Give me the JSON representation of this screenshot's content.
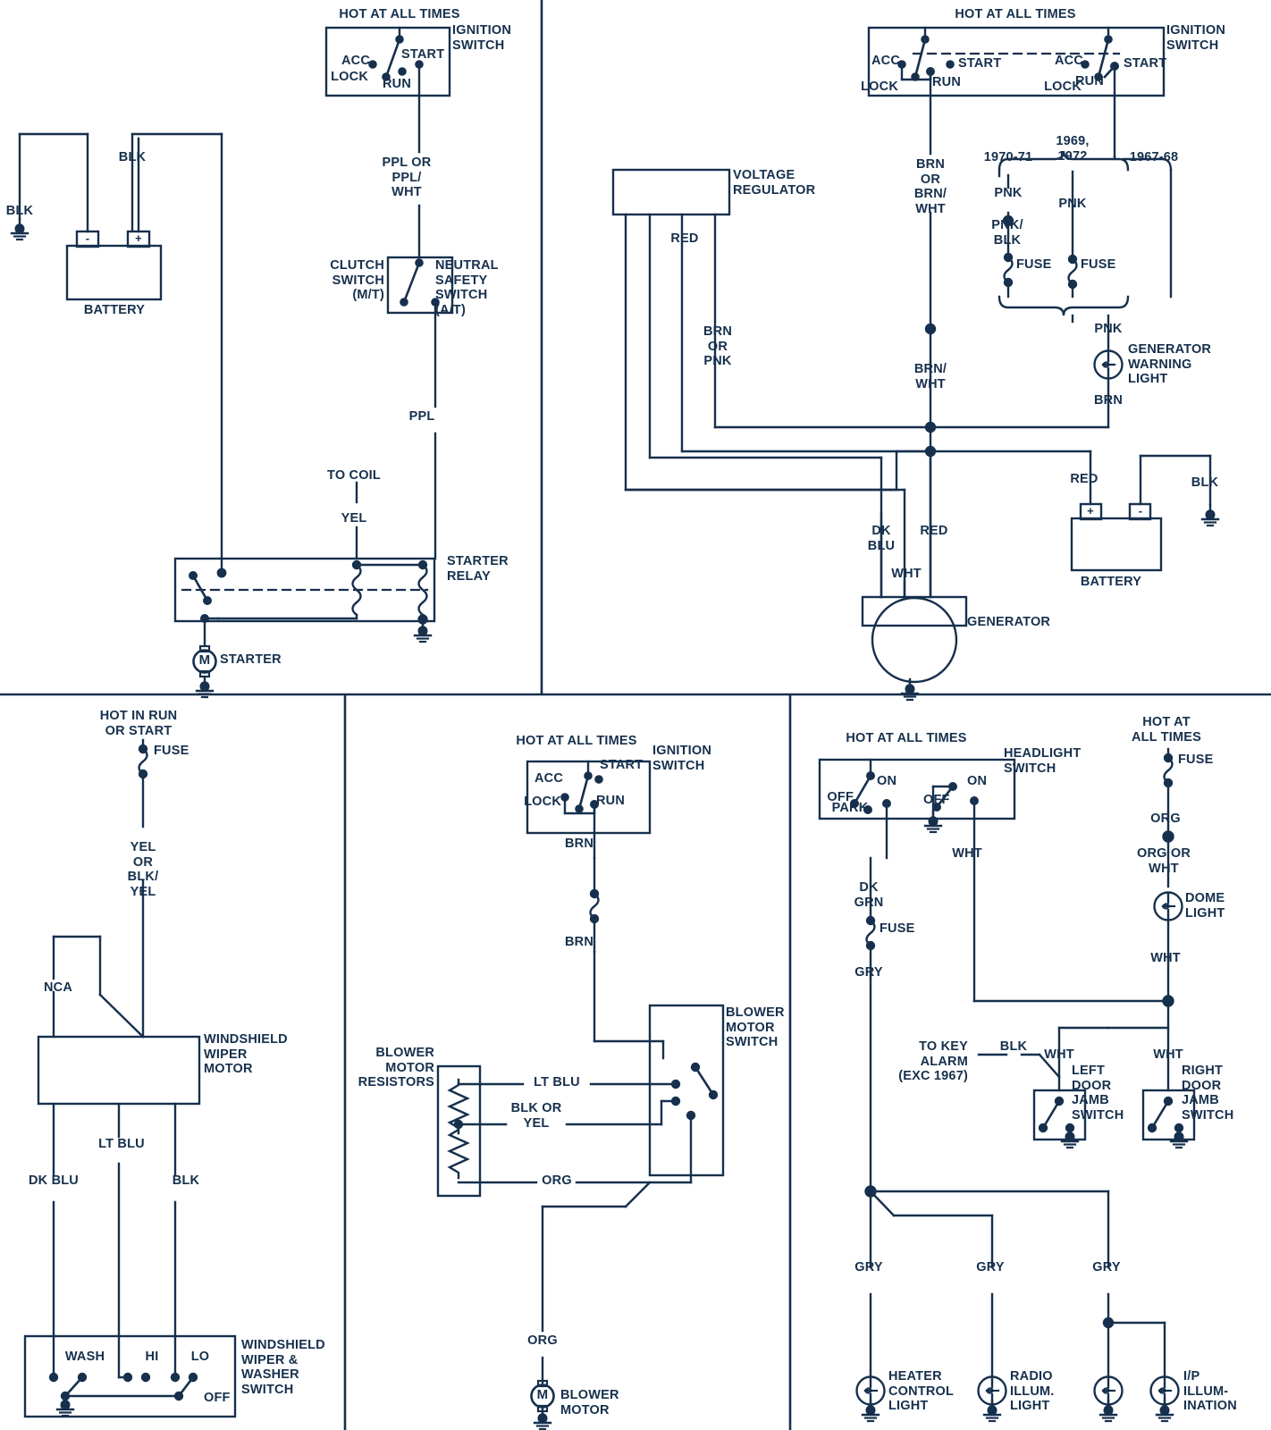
{
  "diagram": {
    "title": "Automotive wiring diagrams",
    "ink_color": "#16304d",
    "background": "#ffffff"
  },
  "panels": [
    {
      "id": "starting-system",
      "name": "Starting system (battery / ignition switch / starter relay)",
      "labels": {
        "hot_all_times": "HOT AT ALL TIMES",
        "ignition_switch": "IGNITION\nSWITCH",
        "acc": "ACC",
        "lock": "LOCK",
        "run": "RUN",
        "start": "START",
        "blk_left": "BLK",
        "blk_right": "BLK",
        "battery": "BATTERY",
        "battery_neg": "-",
        "battery_pos": "+",
        "ppl_or_ppl_wht": "PPL OR\nPPL/\nWHT",
        "clutch_switch": "CLUTCH\nSWITCH\n(M/T)",
        "neutral_safety_switch": "NEUTRAL\nSAFETY\nSWITCH\n(A/T)",
        "ppl": "PPL",
        "to_coil": "TO COIL",
        "yel": "YEL",
        "starter_relay": "STARTER\nRELAY",
        "starter": "STARTER",
        "motor_glyph": "M"
      }
    },
    {
      "id": "charging-system",
      "name": "Charging system (generator / voltage regulator / warning light)",
      "labels": {
        "hot_all_times": "HOT AT ALL TIMES",
        "ignition_switch": "IGNITION\nSWITCH",
        "acc_1": "ACC",
        "lock_1": "LOCK",
        "run_1": "RUN",
        "start_1": "START",
        "acc_2": "ACC",
        "lock_2": "LOCK",
        "run_2": "RUN",
        "start_2": "START",
        "voltage_regulator": "VOLTAGE\nREGULATOR",
        "red": "RED",
        "brn_or_pnk": "BRN\nOR\nPNK",
        "brn_or_brn_wht": "BRN\nOR\nBRN/\nWHT",
        "brn_wht": "BRN/\nWHT",
        "year_1970_71": "1970-71",
        "year_1969_1972": "1969,\n1972",
        "year_1967_68": "1967-68",
        "pnk_a": "PNK",
        "pnk_blk": "PNK/\nBLK",
        "pnk_b": "PNK",
        "fuse_a": "FUSE",
        "fuse_b": "FUSE",
        "pnk_c": "PNK",
        "generator_warning_light": "GENERATOR\nWARNING\nLIGHT",
        "brn": "BRN",
        "dk_blu": "DK\nBLU",
        "red_gen": "RED",
        "wht": "WHT",
        "generator": "GENERATOR",
        "red_batt": "RED",
        "blk_gnd": "BLK",
        "battery": "BATTERY",
        "battery_pos": "+",
        "battery_neg": "-"
      }
    },
    {
      "id": "wiper-washer",
      "name": "Windshield wiper and washer system",
      "labels": {
        "hot_in_run_or_start": "HOT IN RUN\nOR START",
        "fuse": "FUSE",
        "yel_or_blk_yel": "YEL\nOR\nBLK/\nYEL",
        "nca": "NCA",
        "wiper_motor": "WINDSHIELD\nWIPER\nMOTOR",
        "dk_blu": "DK BLU",
        "lt_blu": "LT BLU",
        "blk": "BLK",
        "wash": "WASH",
        "hi": "HI",
        "lo": "LO",
        "off": "OFF",
        "wiper_washer_switch": "WINDSHIELD\nWIPER &\nWASHER\nSWITCH"
      }
    },
    {
      "id": "blower-motor",
      "name": "Heater blower motor system",
      "labels": {
        "hot_all_times": "HOT AT ALL TIMES",
        "ignition_switch": "IGNITION\nSWITCH",
        "acc": "ACC",
        "lock": "LOCK",
        "run": "RUN",
        "start": "START",
        "brn_top": "BRN",
        "brn_bottom": "BRN",
        "blower_motor_switch": "BLOWER\nMOTOR\nSWITCH",
        "blower_motor_resistors": "BLOWER\nMOTOR\nRESISTORS",
        "lt_blu": "LT BLU",
        "blk_or_yel": "BLK OR\nYEL",
        "org": "ORG",
        "org_bottom": "ORG",
        "blower_motor": "BLOWER\nMOTOR",
        "motor_glyph": "M"
      }
    },
    {
      "id": "courtesy-lamps",
      "name": "Dome / courtesy and instrument panel illumination",
      "labels": {
        "hot_all_times_left": "HOT AT ALL TIMES",
        "headlight_switch": "HEADLIGHT\nSWITCH",
        "off_1": "OFF",
        "park": "PARK",
        "on_1": "ON",
        "off_2": "OFF",
        "on_2": "ON",
        "hot_all_times_right": "HOT AT\nALL TIMES",
        "fuse_right": "FUSE",
        "org": "ORG",
        "org_or_wht": "ORG OR\nWHT",
        "dome_light": "DOME\nLIGHT",
        "wht_dome": "WHT",
        "dk_grn": "DK\nGRN",
        "fuse_left": "FUSE",
        "gry_top": "GRY",
        "wht_mid": "WHT",
        "to_key_alarm": "TO KEY\nALARM\n(EXC 1967)",
        "blk": "BLK",
        "wht_left_door": "WHT",
        "wht_right_door": "WHT",
        "left_door_jamb_switch": "LEFT\nDOOR\nJAMB\nSWITCH",
        "right_door_jamb_switch": "RIGHT\nDOOR\nJAMB\nSWITCH",
        "gry_1": "GRY",
        "gry_2": "GRY",
        "gry_3": "GRY",
        "heater_control_light": "HEATER\nCONTROL\nLIGHT",
        "radio_illum_light": "RADIO\nILLUM.\nLIGHT",
        "ip_illumination": "I/P\nILLUM-\nINATION"
      }
    }
  ]
}
